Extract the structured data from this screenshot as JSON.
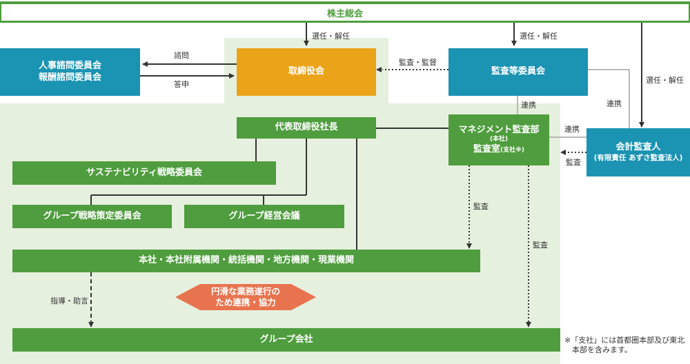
{
  "boxes": {
    "shareholders": "株主総会",
    "board": "取締役会",
    "hr_committee_1": "人事諮問委員会",
    "hr_committee_2": "報酬諮問委員会",
    "audit_committee": "監査等委員会",
    "president": "代表取締役社長",
    "mgmt_audit_1": "マネジメント監査部",
    "mgmt_audit_2": "(本社)",
    "mgmt_audit_3": "監査室",
    "mgmt_audit_4": "(支社※)",
    "accounting_auditor_1": "会計監査人",
    "accounting_auditor_2": "(有限責任 あずさ監査法人)",
    "sustainability": "サステナビリティ戦略委員会",
    "group_strategy": "グループ戦略策定委員会",
    "group_management": "グループ経営会議",
    "head_office": "本社・本社附属機関・統括機関・地方機関・現業機関",
    "group_companies": "グループ会社",
    "cooperation_1": "円滑な業務遂行の",
    "cooperation_2": "ため連携・協力"
  },
  "labels": {
    "elect_dismiss_board": "選任・解任",
    "elect_dismiss_audit": "選任・解任",
    "elect_dismiss_auditor": "選任・解任",
    "consult": "諮問",
    "report": "答申",
    "audit_supervise": "監査・監督",
    "cooperate_audit_mgmt": "連携",
    "cooperate_audit_auditor": "連携",
    "cooperate_mgmt_auditor": "連携",
    "audit_by_auditor": "監査",
    "audit_head_office": "監査",
    "audit_group": "監査",
    "guidance_advice": "指導・助言"
  },
  "note": {
    "line1": "※「支社」には首都圏本部及び東北",
    "line2": "本部を含みます。"
  },
  "colors": {
    "green": "#4f9d3e",
    "blue": "#1b93b3",
    "gold": "#eba41a",
    "orange": "#e8744f",
    "background": "#e6f0de",
    "line": "#333333"
  }
}
